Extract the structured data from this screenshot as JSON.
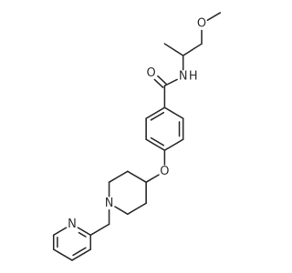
{
  "molecule": {
    "bond_color": "#2f2f2f",
    "atoms": [
      {
        "id": "c_methyl_ether",
        "symbol": "C"
      },
      {
        "id": "o_ether",
        "symbol": "O",
        "label": "O"
      },
      {
        "id": "c_ch2",
        "symbol": "C"
      },
      {
        "id": "c_ch",
        "symbol": "C"
      },
      {
        "id": "c_methyl",
        "symbol": "C"
      },
      {
        "id": "n_amide",
        "symbol": "N",
        "label": "N"
      },
      {
        "id": "h_amide",
        "symbol": "H",
        "label": "H"
      },
      {
        "id": "c_carbonyl",
        "symbol": "C"
      },
      {
        "id": "o_carbonyl",
        "symbol": "O",
        "label": "O"
      },
      {
        "id": "c_ar1",
        "symbol": "C"
      },
      {
        "id": "c_ar2",
        "symbol": "C"
      },
      {
        "id": "c_ar3",
        "symbol": "C"
      },
      {
        "id": "c_ar4",
        "symbol": "C"
      },
      {
        "id": "c_ar5",
        "symbol": "C"
      },
      {
        "id": "c_ar6",
        "symbol": "C"
      },
      {
        "id": "o_aryl_ether",
        "symbol": "O",
        "label": "O"
      },
      {
        "id": "c_pip4",
        "symbol": "C"
      },
      {
        "id": "c_pip3",
        "symbol": "C"
      },
      {
        "id": "c_pip2",
        "symbol": "C"
      },
      {
        "id": "n_pip",
        "symbol": "N",
        "label": "N"
      },
      {
        "id": "c_pip6",
        "symbol": "C"
      },
      {
        "id": "c_pip5",
        "symbol": "C"
      },
      {
        "id": "c_benzylic",
        "symbol": "C"
      },
      {
        "id": "c_py2",
        "symbol": "C"
      },
      {
        "id": "n_py",
        "symbol": "N",
        "label": "N"
      },
      {
        "id": "c_py6",
        "symbol": "C"
      },
      {
        "id": "c_py5",
        "symbol": "C"
      },
      {
        "id": "c_py4",
        "symbol": "C"
      },
      {
        "id": "c_py3",
        "symbol": "C"
      }
    ],
    "bonds": [
      {
        "a": "c_methyl_ether",
        "b": "o_ether",
        "order": 1
      },
      {
        "a": "o_ether",
        "b": "c_ch2",
        "order": 1
      },
      {
        "a": "c_ch2",
        "b": "c_ch",
        "order": 1
      },
      {
        "a": "c_ch",
        "b": "c_methyl",
        "order": 1
      },
      {
        "a": "c_ch",
        "b": "n_amide",
        "order": 1
      },
      {
        "a": "n_amide",
        "b": "c_carbonyl",
        "order": 1
      },
      {
        "a": "c_carbonyl",
        "b": "o_carbonyl",
        "order": 2
      },
      {
        "a": "c_carbonyl",
        "b": "c_ar1",
        "order": 1
      },
      {
        "a": "c_ar1",
        "b": "c_ar2",
        "order": 2
      },
      {
        "a": "c_ar2",
        "b": "c_ar3",
        "order": 1
      },
      {
        "a": "c_ar3",
        "b": "c_ar4",
        "order": 2
      },
      {
        "a": "c_ar4",
        "b": "c_ar5",
        "order": 1
      },
      {
        "a": "c_ar5",
        "b": "c_ar6",
        "order": 2
      },
      {
        "a": "c_ar6",
        "b": "c_ar1",
        "order": 1
      },
      {
        "a": "c_ar4",
        "b": "o_aryl_ether",
        "order": 1
      },
      {
        "a": "o_aryl_ether",
        "b": "c_pip4",
        "order": 1
      },
      {
        "a": "c_pip4",
        "b": "c_pip3",
        "order": 1
      },
      {
        "a": "c_pip3",
        "b": "c_pip2",
        "order": 1
      },
      {
        "a": "c_pip2",
        "b": "n_pip",
        "order": 1
      },
      {
        "a": "n_pip",
        "b": "c_pip6",
        "order": 1
      },
      {
        "a": "c_pip6",
        "b": "c_pip5",
        "order": 1
      },
      {
        "a": "c_pip5",
        "b": "c_pip4",
        "order": 1
      },
      {
        "a": "n_pip",
        "b": "c_benzylic",
        "order": 1
      },
      {
        "a": "c_benzylic",
        "b": "c_py2",
        "order": 1
      },
      {
        "a": "c_py2",
        "b": "n_py",
        "order": 2
      },
      {
        "a": "n_py",
        "b": "c_py6",
        "order": 1
      },
      {
        "a": "c_py6",
        "b": "c_py5",
        "order": 2
      },
      {
        "a": "c_py5",
        "b": "c_py4",
        "order": 1
      },
      {
        "a": "c_py4",
        "b": "c_py3",
        "order": 2
      },
      {
        "a": "c_py3",
        "b": "c_py2",
        "order": 1
      }
    ]
  }
}
